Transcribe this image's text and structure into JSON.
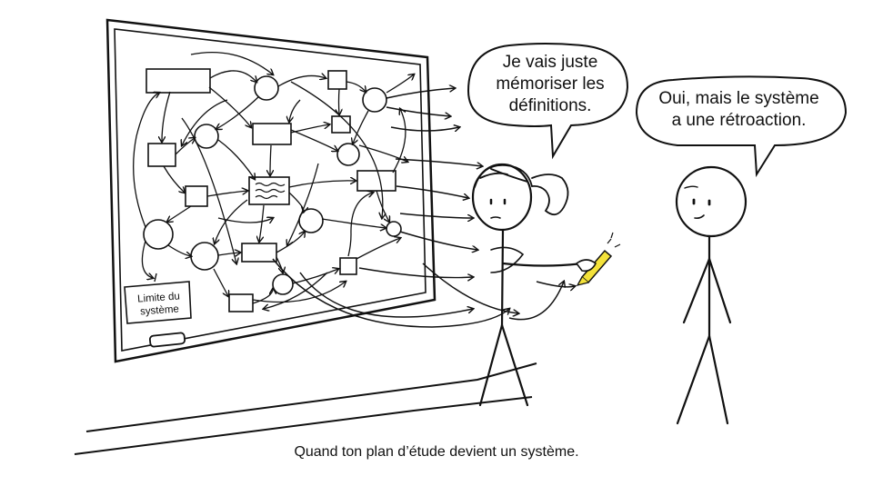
{
  "speech_bubbles": {
    "girl_line1": "Je vais juste",
    "girl_line2": "mémoriser les",
    "girl_line3": "définitions.",
    "man_line1": "Oui, mais le système",
    "man_line2": "a une rétroaction."
  },
  "sticky_note": {
    "line1": "Limite du",
    "line2": "système"
  },
  "caption": "Quand ton plan d’étude devient un système.",
  "colors": {
    "ink": "#111111",
    "marker": "#f4e23a",
    "background": "#ffffff"
  }
}
